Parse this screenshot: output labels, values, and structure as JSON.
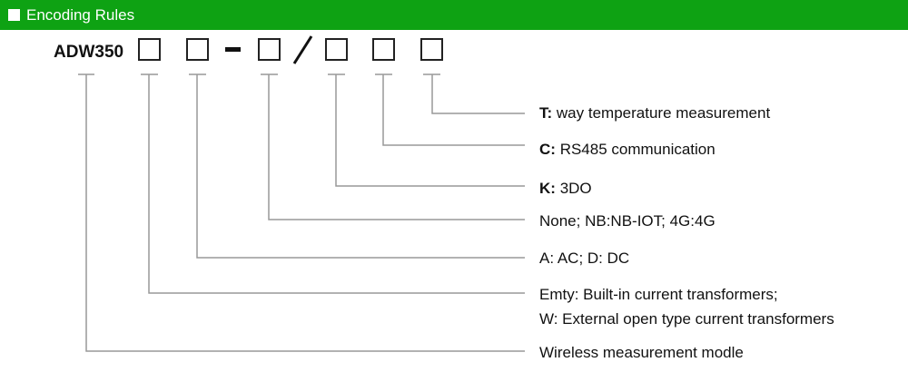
{
  "header": {
    "title": "Encoding Rules"
  },
  "code": {
    "model": "ADW350"
  },
  "descriptions": [
    {
      "code": "T:",
      "text": "way temperature measurement"
    },
    {
      "code": "C:",
      "text": "RS485 communication"
    },
    {
      "code": "K:",
      "text": "3DO"
    },
    {
      "code": "",
      "text": "None; NB:NB-IOT; 4G:4G"
    },
    {
      "code": "",
      "text": "A: AC; D: DC"
    },
    {
      "code": "",
      "text": "Emty: Built-in current transformers;"
    },
    {
      "code": "",
      "text": "W: External open type current transformers"
    },
    {
      "code": "",
      "text": "Wireless measurement modle"
    }
  ],
  "colors": {
    "header_bg": "#0ea213",
    "header_text": "#ffffff",
    "leader_line": "#999999"
  }
}
